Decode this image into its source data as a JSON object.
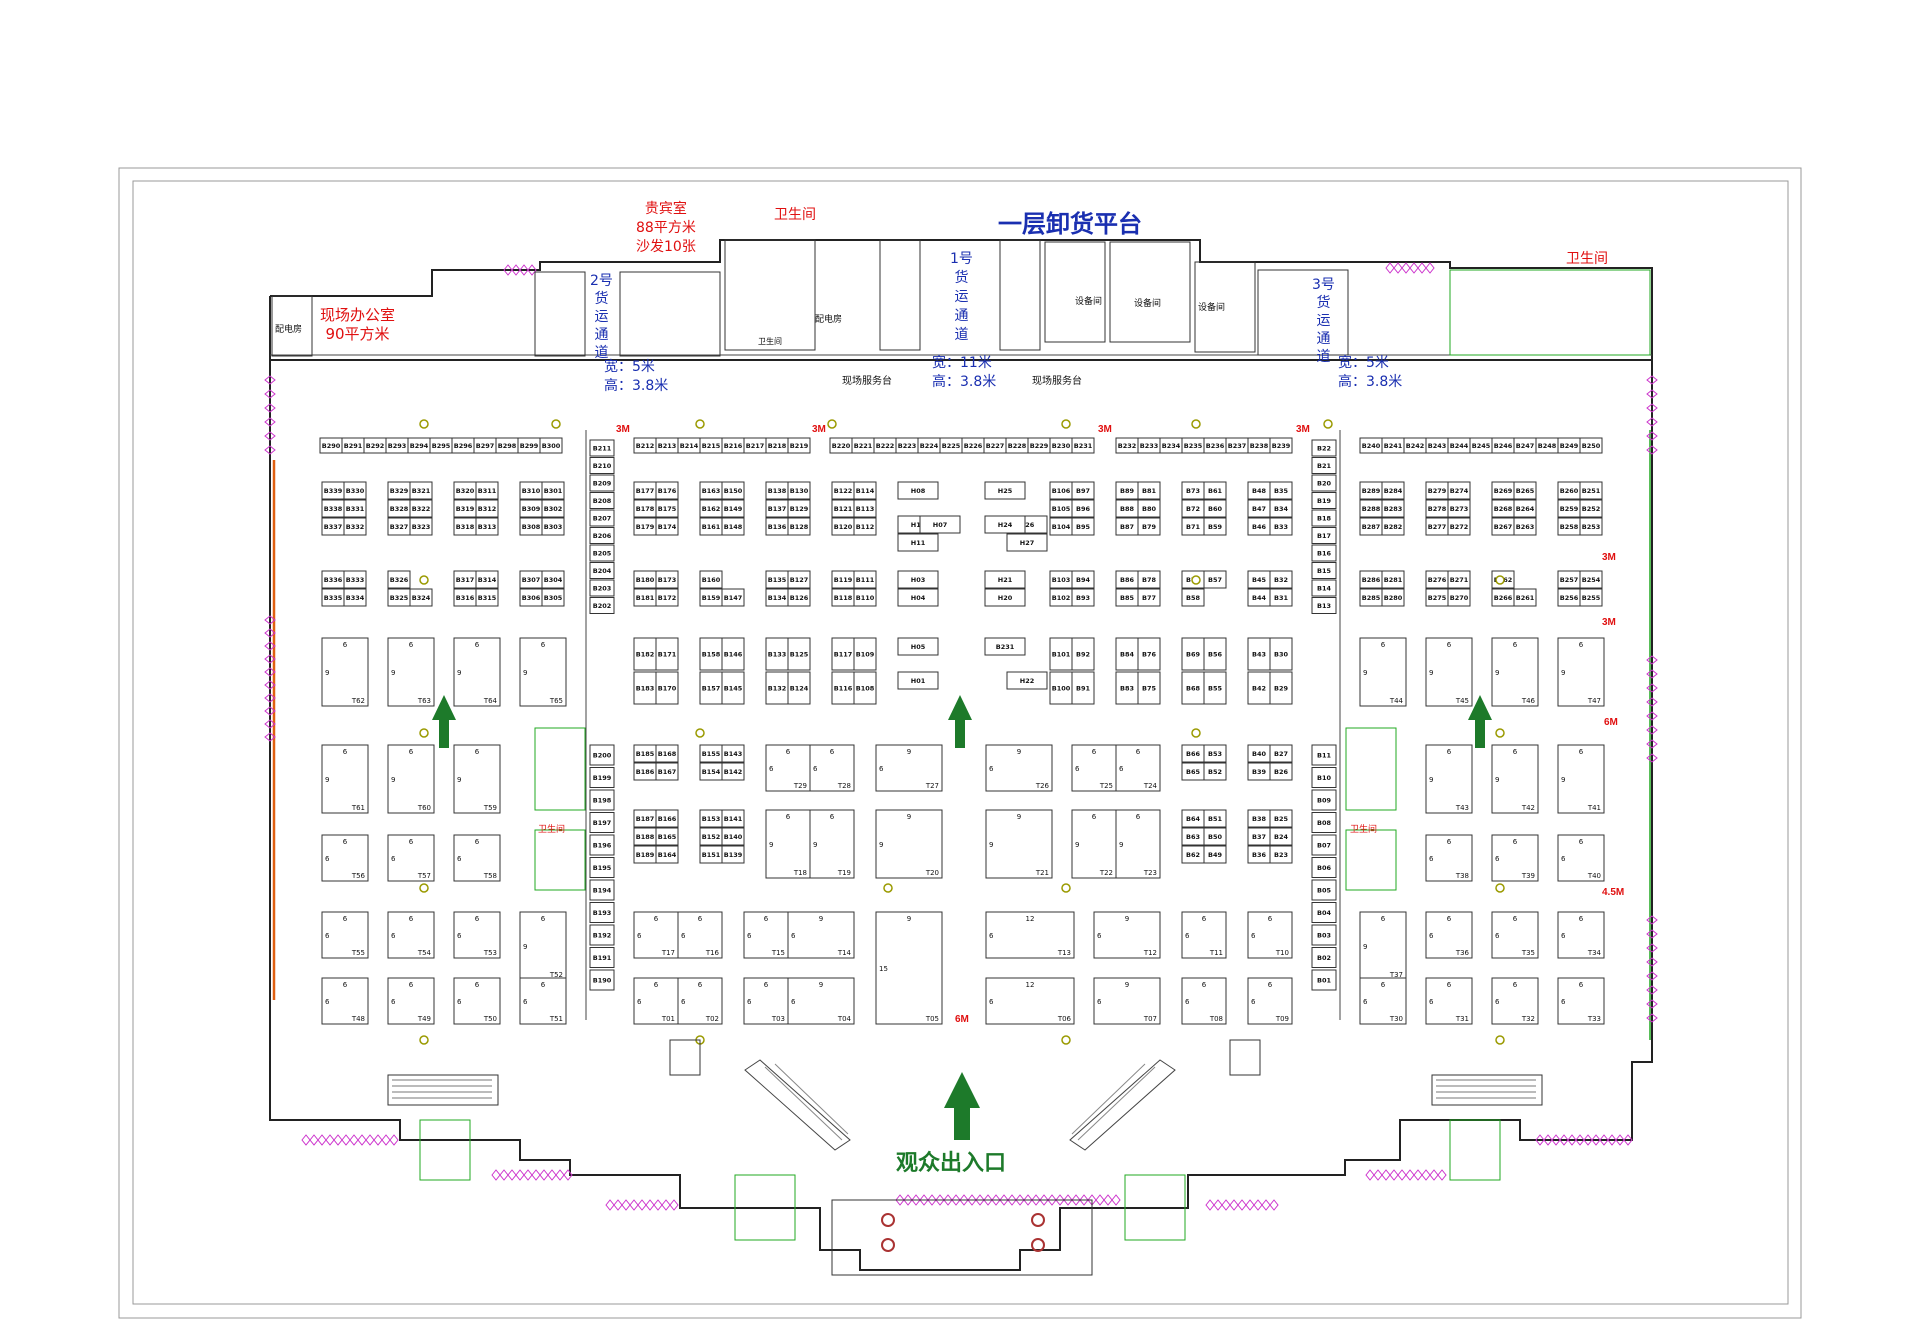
{
  "title": "一层卸货平台",
  "entrance_label": "观众出入口",
  "rooms": {
    "power_room_left": "配电房",
    "site_office": "现场办公室",
    "site_office_area": "90平方米",
    "vip_room": "贵宾室",
    "vip_area": "88平方米",
    "vip_sofa": "沙发10张",
    "restroom_top": "卫生间",
    "restroom_small": "卫生间",
    "power_room_mid": "配电房",
    "equipment_1": "设备间",
    "equipment_2": "设备间",
    "equipment_3": "设备间",
    "restroom_right": "卫生间",
    "restroom_inner_left": "卫生间",
    "restroom_inner_right": "卫生间",
    "service_desk_1": "现场服务台",
    "service_desk_2": "现场服务台"
  },
  "channels": {
    "ch2": {
      "name_chars": [
        "2号",
        "货",
        "运",
        "通",
        "道"
      ],
      "width": "宽：5米",
      "height": "高：3.8米"
    },
    "ch1": {
      "name_chars": [
        "1号",
        "货",
        "运",
        "通",
        "道"
      ],
      "width": "宽：11米",
      "height": "高：3.8米"
    },
    "ch3": {
      "name_chars": [
        "3号",
        "货",
        "运",
        "通",
        "道"
      ],
      "width": "宽：5米",
      "height": "高：3.8米"
    }
  },
  "aisle_marks": [
    "3M",
    "3M",
    "3M",
    "3M",
    "3M",
    "3M",
    "6M",
    "4.5M",
    "6M"
  ],
  "colors": {
    "title_blue": "#1a2fb0",
    "red_text": "#e01010",
    "blue_text": "#1a2fb0",
    "green_arrow": "#1d7a2a",
    "entrance_green": "#1d7a2a",
    "magenta": "#cc33cc",
    "pillar": "#9a9a00"
  },
  "top_row_booths": {
    "left": [
      "B290",
      "B291",
      "B292",
      "B293",
      "B294",
      "B295",
      "B296",
      "B297",
      "B298",
      "B299",
      "B300"
    ],
    "center": [
      "B220",
      "B221",
      "B222",
      "B223",
      "B224",
      "B225",
      "B226",
      "B227",
      "B228",
      "B229",
      "B230",
      "B231"
    ],
    "center_left": [
      "B212",
      "B213",
      "B214",
      "B215",
      "B216",
      "B217",
      "B218",
      "B219"
    ],
    "center_right": [
      "B232",
      "B233",
      "B234",
      "B235",
      "B236",
      "B237",
      "B238",
      "B239"
    ],
    "right": [
      "B240",
      "B241",
      "B242",
      "B243",
      "B244",
      "B245",
      "B246",
      "B247",
      "B248",
      "B249",
      "B250"
    ]
  },
  "booth_pairs_block1": [
    [
      "B339",
      "B330"
    ],
    [
      "B338",
      "B331"
    ],
    [
      "B337",
      "B332"
    ],
    [
      "B329",
      "B321"
    ],
    [
      "B328",
      "B322"
    ],
    [
      "B327",
      "B323"
    ],
    [
      "B320",
      "B311"
    ],
    [
      "B319",
      "B312"
    ],
    [
      "B318",
      "B313"
    ],
    [
      "B310",
      "B301"
    ],
    [
      "B309",
      "B302"
    ],
    [
      "B308",
      "B303"
    ]
  ],
  "booth_pairs_block2": [
    [
      "B336",
      "B333"
    ],
    [
      "B335",
      "B334"
    ],
    [
      "B326",
      ""
    ],
    [
      "B325",
      "B324"
    ],
    [
      "B317",
      "B314"
    ],
    [
      "B316",
      "B315"
    ],
    [
      "B307",
      "B304"
    ],
    [
      "B306",
      "B305"
    ]
  ],
  "left_col": [
    "B211",
    "B210",
    "B209",
    "B208",
    "B207",
    "B206",
    "B205",
    "B204",
    "B203",
    "B202"
  ],
  "left_col_lower": [
    "B200",
    "B199",
    "B198",
    "B197",
    "B196",
    "B195",
    "B194",
    "B193",
    "B192",
    "B191",
    "B190"
  ],
  "right_col": [
    "B22",
    "B21",
    "B20",
    "B19",
    "B18",
    "B17",
    "B16",
    "B15",
    "B14",
    "B13"
  ],
  "right_col_lower": [
    "B11",
    "B10",
    "B09",
    "B08",
    "B07",
    "B06",
    "B05",
    "B04",
    "B03",
    "B02",
    "B01"
  ],
  "center_pairs_upper": [
    [
      "B177",
      "B176"
    ],
    [
      "B178",
      "B175"
    ],
    [
      "B179",
      "B174"
    ],
    [
      "B163",
      "B150"
    ],
    [
      "B162",
      "B149"
    ],
    [
      "B161",
      "B148"
    ],
    [
      "B138",
      "B130"
    ],
    [
      "B137",
      "B129"
    ],
    [
      "B136",
      "B128"
    ],
    [
      "B122",
      "B114"
    ],
    [
      "B121",
      "B113"
    ],
    [
      "B120",
      "B112"
    ],
    [
      "B106",
      "B97"
    ],
    [
      "B105",
      "B96"
    ],
    [
      "B104",
      "B95"
    ],
    [
      "B89",
      "B81"
    ],
    [
      "B88",
      "B80"
    ],
    [
      "B87",
      "B79"
    ],
    [
      "B73",
      "B61"
    ],
    [
      "B72",
      "B60"
    ],
    [
      "B71",
      "B59"
    ],
    [
      "B48",
      "B35"
    ],
    [
      "B47",
      "B34"
    ],
    [
      "B46",
      "B33"
    ]
  ],
  "center_pairs_mid": [
    [
      "B180",
      "B173"
    ],
    [
      "B181",
      "B172"
    ],
    [
      "B160",
      ""
    ],
    [
      "B159",
      "B147"
    ],
    [
      "B135",
      "B127"
    ],
    [
      "B134",
      "B126"
    ],
    [
      "B119",
      "B111"
    ],
    [
      "B118",
      "B110"
    ],
    [
      "B103",
      "B94"
    ],
    [
      "B102",
      "B93"
    ],
    [
      "B86",
      "B78"
    ],
    [
      "B85",
      "B77"
    ],
    [
      "B70",
      "B57"
    ],
    [
      "B58",
      ""
    ],
    [
      "B45",
      "B32"
    ],
    [
      "B44",
      "B31"
    ]
  ],
  "center_pairs_low": [
    [
      "B182",
      "B171"
    ],
    [
      "B183",
      "B170"
    ],
    [
      "B158",
      "B146"
    ],
    [
      "B157",
      "B145"
    ],
    [
      "B133",
      "B125"
    ],
    [
      "B132",
      "B124"
    ],
    [
      "B117",
      "B109"
    ],
    [
      "B116",
      "B108"
    ],
    [
      "B101",
      "B92"
    ],
    [
      "B100",
      "B91"
    ],
    [
      "B84",
      "B76"
    ],
    [
      "B83",
      "B75"
    ],
    [
      "B69",
      "B56"
    ],
    [
      "B68",
      "B55"
    ],
    [
      "B43",
      "B30"
    ],
    [
      "B42",
      "B29"
    ]
  ],
  "right_pairs_block1": [
    [
      "B289",
      "B284"
    ],
    [
      "B288",
      "B283"
    ],
    [
      "B287",
      "B282"
    ],
    [
      "B279",
      "B274"
    ],
    [
      "B278",
      "B273"
    ],
    [
      "B277",
      "B272"
    ],
    [
      "B269",
      "B265"
    ],
    [
      "B268",
      "B264"
    ],
    [
      "B267",
      "B263"
    ],
    [
      "B260",
      "B251"
    ],
    [
      "B259",
      "B252"
    ],
    [
      "B258",
      "B253"
    ]
  ],
  "right_pairs_block2": [
    [
      "B286",
      "B281"
    ],
    [
      "B285",
      "B280"
    ],
    [
      "B276",
      "B271"
    ],
    [
      "B275",
      "B270"
    ],
    [
      "B262",
      ""
    ],
    [
      "B266",
      "B261"
    ],
    [
      "B257",
      "B254"
    ],
    [
      "B256",
      "B255"
    ]
  ],
  "lower_center_pairs": [
    [
      "B185",
      "B168"
    ],
    [
      "B186",
      "B167"
    ],
    [
      "B155",
      "B143"
    ],
    [
      "B154",
      "B142"
    ],
    [
      "B187",
      "B166"
    ],
    [
      "B188",
      "B165"
    ],
    [
      "B189",
      "B164"
    ],
    [
      "B153",
      "B141"
    ],
    [
      "B152",
      "B140"
    ],
    [
      "B151",
      "B139"
    ],
    [
      "B66",
      "B53"
    ],
    [
      "B65",
      "B52"
    ],
    [
      "B64",
      "B51"
    ],
    [
      "B63",
      "B50"
    ],
    [
      "B62",
      "B49"
    ],
    [
      "B40",
      "B27"
    ],
    [
      "B39",
      "B26"
    ],
    [
      "B38",
      "B25"
    ],
    [
      "B37",
      "B24"
    ],
    [
      "B36",
      "B23"
    ]
  ],
  "h_booths": [
    "H08",
    "H10",
    "H07",
    "H11",
    "H25",
    "H26",
    "H24",
    "H27",
    "H03",
    "H04",
    "H21",
    "H20",
    "H05",
    "H01",
    "B231",
    "H22"
  ],
  "t_booths_left": [
    "T62",
    "T63",
    "T64",
    "T65",
    "T61",
    "T60",
    "T59",
    "T56",
    "T57",
    "T58",
    "T55",
    "T54",
    "T53",
    "T52",
    "T48",
    "T49",
    "T50",
    "T51"
  ],
  "t_booths_center": [
    "T29",
    "T28",
    "T27",
    "T26",
    "T25",
    "T24",
    "T18",
    "T19",
    "T20",
    "T21",
    "T22",
    "T23",
    "T17",
    "T16",
    "T15",
    "T14",
    "T13",
    "T12",
    "T11",
    "T10",
    "T01",
    "T02",
    "T03",
    "T04",
    "T05",
    "T06",
    "T07",
    "T08",
    "T09"
  ],
  "t_booths_right": [
    "T44",
    "T45",
    "T46",
    "T47",
    "T43",
    "T42",
    "T41",
    "T38",
    "T39",
    "T40",
    "T37",
    "T36",
    "T35",
    "T34",
    "T30",
    "T31",
    "T32",
    "T33"
  ]
}
